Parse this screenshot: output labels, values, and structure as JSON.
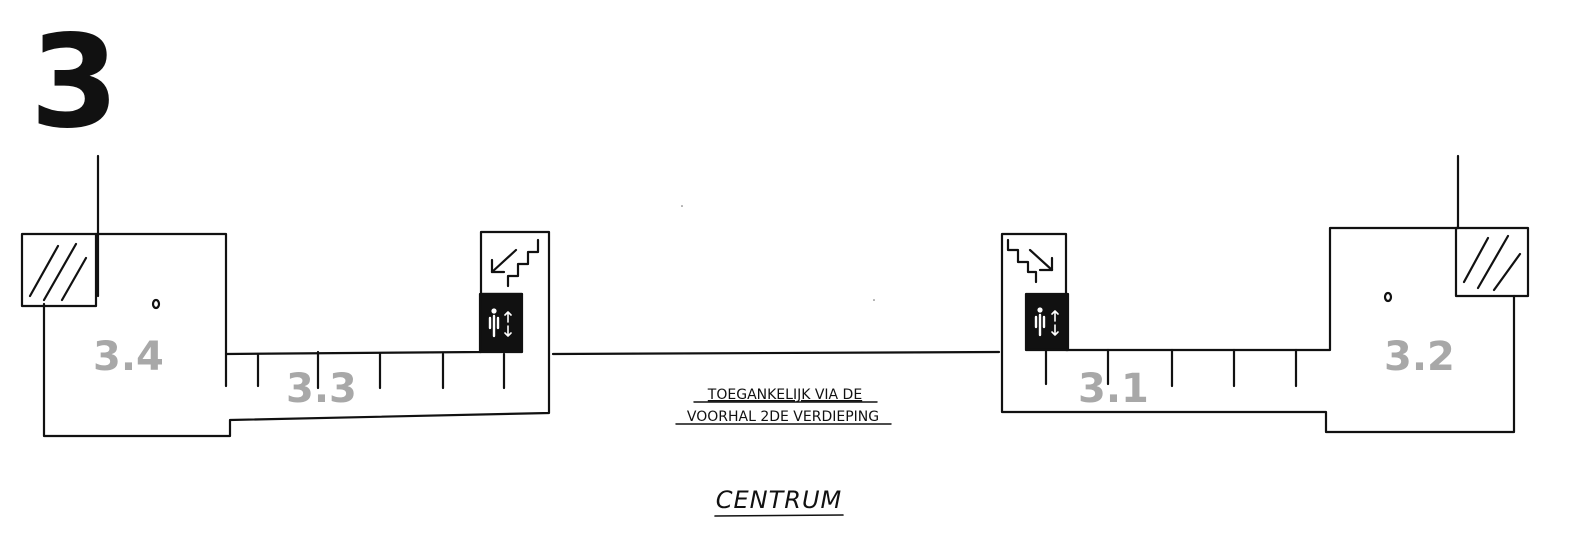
{
  "floor": {
    "number": "3"
  },
  "rooms": [
    {
      "id": "3.4",
      "label": "3.4"
    },
    {
      "id": "3.3",
      "label": "3.3"
    },
    {
      "id": "3.1",
      "label": "3.1"
    },
    {
      "id": "3.2",
      "label": "3.2"
    }
  ],
  "notes": {
    "access_line1": "TOEGANKELIJK VIA DE",
    "access_line2": "VOORHAL 2DE VERDIEPING"
  },
  "direction": {
    "label": "CENTRUM"
  },
  "icons": {
    "stairs_left": "stairs-down-icon",
    "stairs_right": "stairs-down-icon",
    "elevator_left": "elevator-icon",
    "elevator_right": "elevator-icon",
    "window": "hatched-window-icon"
  },
  "colors": {
    "line": "#111111",
    "room_label": "#a8a8a8",
    "elevator_bg": "#111111",
    "elevator_fg": "#ffffff"
  }
}
